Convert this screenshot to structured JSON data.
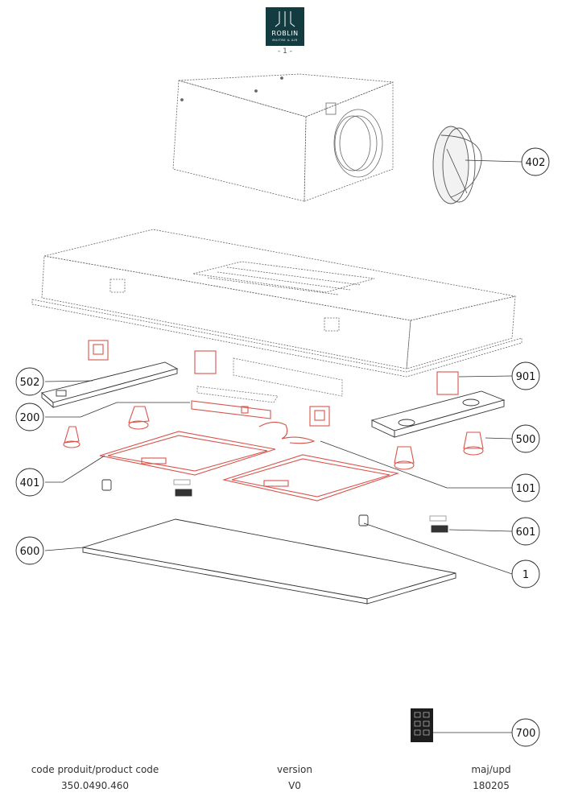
{
  "brand": {
    "name": "ROBLIN",
    "tagline": "MAITRE & AIR"
  },
  "page_number": "- 1 -",
  "callouts": {
    "c402": "402",
    "c502": "502",
    "c901": "901",
    "c200": "200",
    "c500": "500",
    "c401": "401",
    "c101": "101",
    "c601": "601",
    "c600": "600",
    "c1": "1",
    "c700": "700"
  },
  "footer": {
    "product_code_label": "code produit/product code",
    "product_code_value": "350.0490.460",
    "version_label": "version",
    "version_value": "V0",
    "update_label": "maj/upd",
    "update_value": "180205"
  },
  "colors": {
    "highlight": "#d9534a",
    "outline": "#555555",
    "brand_bg": "#123c3f"
  }
}
